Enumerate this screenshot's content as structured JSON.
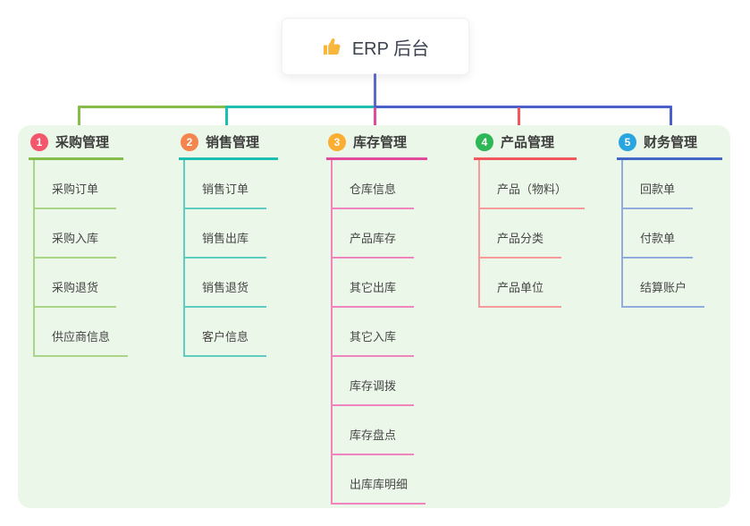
{
  "root": {
    "label": "ERP 后台",
    "icon": "thumbs-up-icon",
    "icon_color": "#f6b73c"
  },
  "connectors": {
    "root_line_color": "#5b6ac9",
    "bus_segment_colors": [
      "#84bd4a",
      "#1cbfb2",
      "#4a60c8"
    ],
    "drop_colors": [
      "#84bd4a",
      "#1cbfb2",
      "#e24a9d",
      "#f2575c",
      "#4a60c8"
    ],
    "panel_background": "#ebf7e8"
  },
  "branches": [
    {
      "index": "1",
      "label": "采购管理",
      "badge_color": "#f4566c",
      "line_color": "#84bd4a",
      "child_line_color": "#aad586",
      "items": [
        "采购订单",
        "采购入库",
        "采购退货",
        "供应商信息"
      ]
    },
    {
      "index": "2",
      "label": "销售管理",
      "badge_color": "#f5854f",
      "line_color": "#1cbfb2",
      "child_line_color": "#5fccc2",
      "items": [
        "销售订单",
        "销售出库",
        "销售退货",
        "客户信息"
      ]
    },
    {
      "index": "3",
      "label": "库存管理",
      "badge_color": "#fbae31",
      "line_color": "#e24a9d",
      "child_line_color": "#f084bd",
      "items": [
        "仓库信息",
        "产品库存",
        "其它出库",
        "其它入库",
        "库存调拨",
        "库存盘点",
        "出库库明细"
      ]
    },
    {
      "index": "4",
      "label": "产品管理",
      "badge_color": "#2eb756",
      "line_color": "#f2575c",
      "child_line_color": "#f79a9b",
      "items": [
        "产品（物料）",
        "产品分类",
        "产品单位"
      ]
    },
    {
      "index": "5",
      "label": "财务管理",
      "badge_color": "#29a6df",
      "line_color": "#4367c6",
      "child_line_color": "#92abdf",
      "items": [
        "回款单",
        "付款单",
        "结算账户"
      ]
    }
  ]
}
